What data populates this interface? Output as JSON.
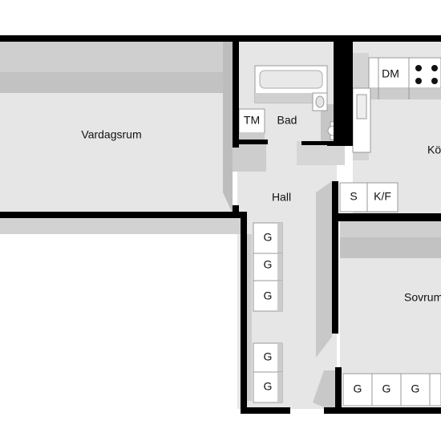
{
  "rooms": {
    "vardagsrum": "Vardagsrum",
    "bad": "Bad",
    "kok": "Kök",
    "hall": "Hall",
    "sovrum": "Sovrum"
  },
  "fixtures": {
    "dm": "DM",
    "tm": "TM",
    "s": "S",
    "kf": "K/F",
    "g": "G"
  },
  "colors": {
    "wall": "#000000",
    "floor": "#e6e6e6",
    "wall_face": "#c4c4c4",
    "cabinet_top": "#ffffff",
    "cabinet_side": "#bdbdbd",
    "background": "#ffffff"
  }
}
